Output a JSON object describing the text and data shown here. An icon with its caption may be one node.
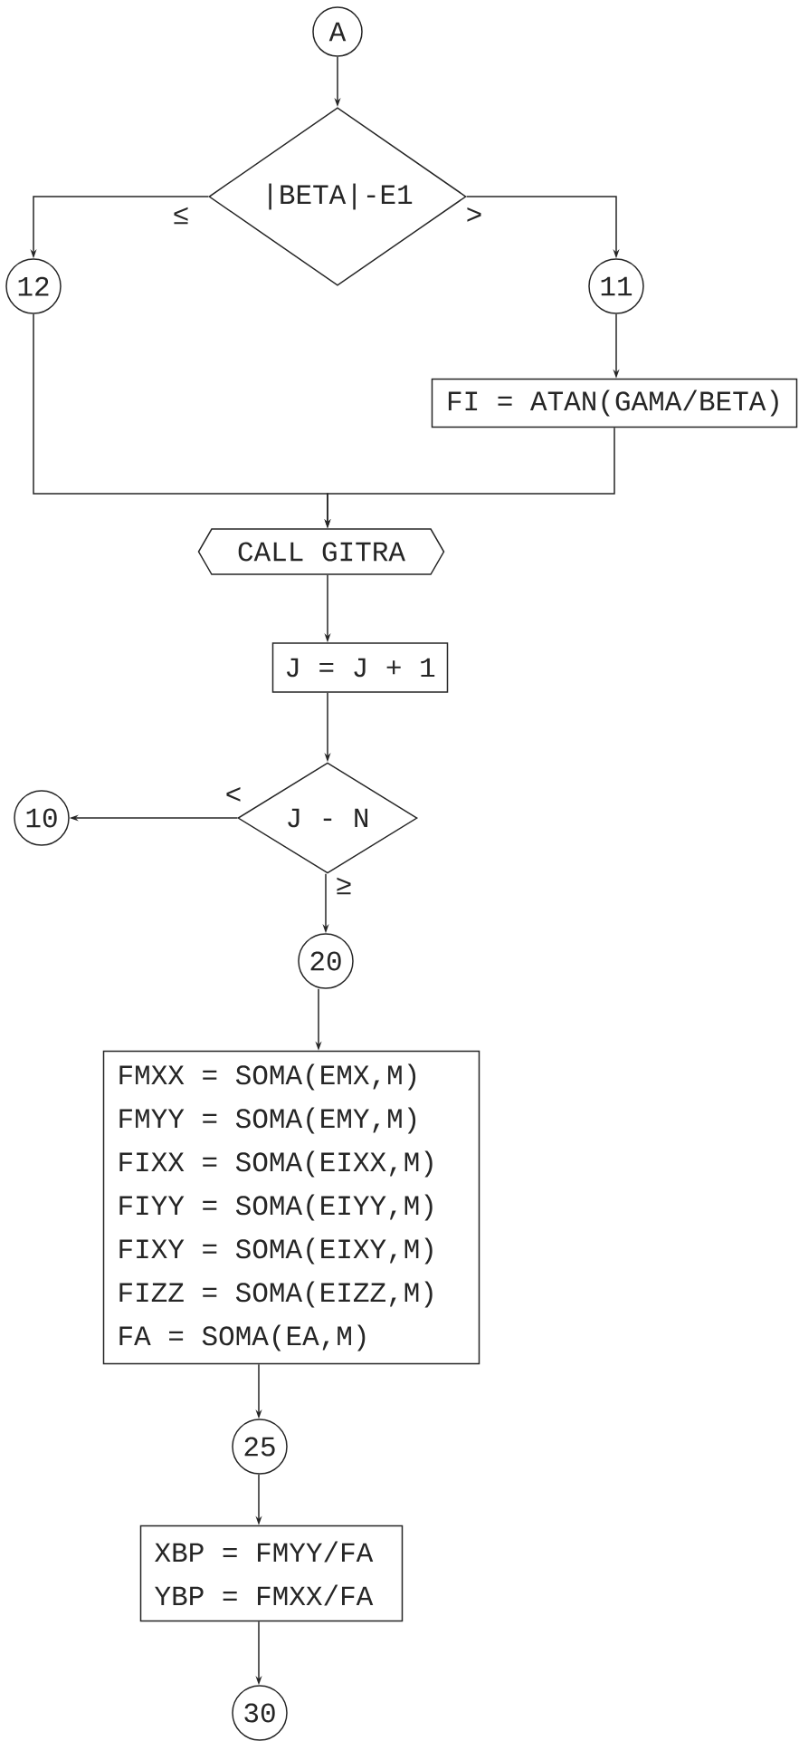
{
  "diagram": {
    "nodes": [
      {
        "text": [
          "A"
        ]
      },
      {
        "text": [
          "|BETA|-E1"
        ]
      },
      {
        "text": [
          "12"
        ]
      },
      {
        "text": [
          "11"
        ]
      },
      {
        "text": [
          "FI = ATAN(GAMA/BETA)"
        ]
      },
      {
        "text": [
          "CALL GITRA"
        ]
      },
      {
        "text": [
          "J = J + 1"
        ]
      },
      {
        "text": [
          "J - N"
        ]
      },
      {
        "text": [
          "10"
        ]
      },
      {
        "text": [
          "20"
        ]
      },
      {
        "text": [
          "FMXX = SOMA(EMX,M)",
          "FMYY = SOMA(EMY,M)",
          "FIXX = SOMA(EIXX,M)",
          "FIYY = SOMA(EIYY,M)",
          "FIXY = SOMA(EIXY,M)",
          "FIZZ = SOMA(EIZZ,M)",
          "FA = SOMA(EA,M)"
        ]
      },
      {
        "text": [
          "25"
        ]
      },
      {
        "text": [
          "XBP = FMYY/FA",
          "YBP = FMXX/FA"
        ]
      },
      {
        "text": [
          "30"
        ]
      }
    ],
    "edges": [
      {
        "from": 0,
        "to": 1,
        "arrow": "to"
      },
      {
        "from": 1,
        "to": 2,
        "arrow": "to",
        "label": "≤"
      },
      {
        "from": 1,
        "to": 3,
        "arrow": "to",
        "label": ">"
      },
      {
        "from": 3,
        "to": 4,
        "arrow": "to"
      },
      {
        "from": 2,
        "to": 5,
        "arrow": "to"
      },
      {
        "from": 4,
        "to": 5,
        "arrow": "to"
      },
      {
        "from": 5,
        "to": 6,
        "arrow": "to"
      },
      {
        "from": 6,
        "to": 7,
        "arrow": "to"
      },
      {
        "from": 7,
        "to": 8,
        "arrow": "to",
        "label": "<"
      },
      {
        "from": 7,
        "to": 9,
        "arrow": "to",
        "label": "≥"
      },
      {
        "from": 9,
        "to": 10,
        "arrow": "to"
      },
      {
        "from": 10,
        "to": 11,
        "arrow": "to"
      },
      {
        "from": 11,
        "to": 12,
        "arrow": "to"
      },
      {
        "from": 12,
        "to": 13,
        "arrow": "to"
      }
    ]
  }
}
